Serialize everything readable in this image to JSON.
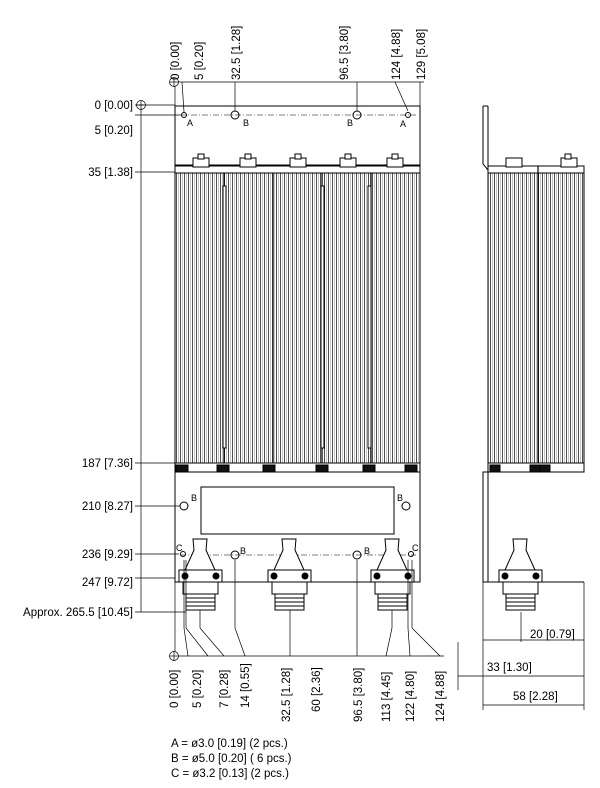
{
  "top_dims": {
    "horizontal": [
      "0 [0.00]",
      "5 [0.20]",
      "32.5 [1.28]",
      "96.5 [3.80]",
      "124 [4.88]",
      "129 [5.08]"
    ],
    "vertical": [
      "0 [0.00]",
      "5 [0.20]",
      "35 [1.38]",
      "187 [7.36]",
      "210 [8.27]",
      "236 [9.29]",
      "247 [9.72]",
      "Approx. 265.5 [10.45]"
    ]
  },
  "bottom_dims": [
    "0 [0.00]",
    "5 [0.20]",
    "7 [0.28]",
    "14 [0.55]",
    "32.5 [1.28]",
    "60 [2.36]",
    "96.5 [3.80]",
    "113 [4.45]",
    "122 [4.80]",
    "124 [4.88]"
  ],
  "side_dims": [
    "20 [0.79]",
    "33 [1.30]",
    "58 [2.28]"
  ],
  "hole_labels": {
    "a": "A",
    "b": "B",
    "c": "C"
  },
  "legend": [
    "A = ø3.0 [0.19] (2 pcs.)",
    "B = ø5.0 [0.20] ( 6 pcs.)",
    "C = ø3.2 [0.13] (2 pcs.)"
  ]
}
